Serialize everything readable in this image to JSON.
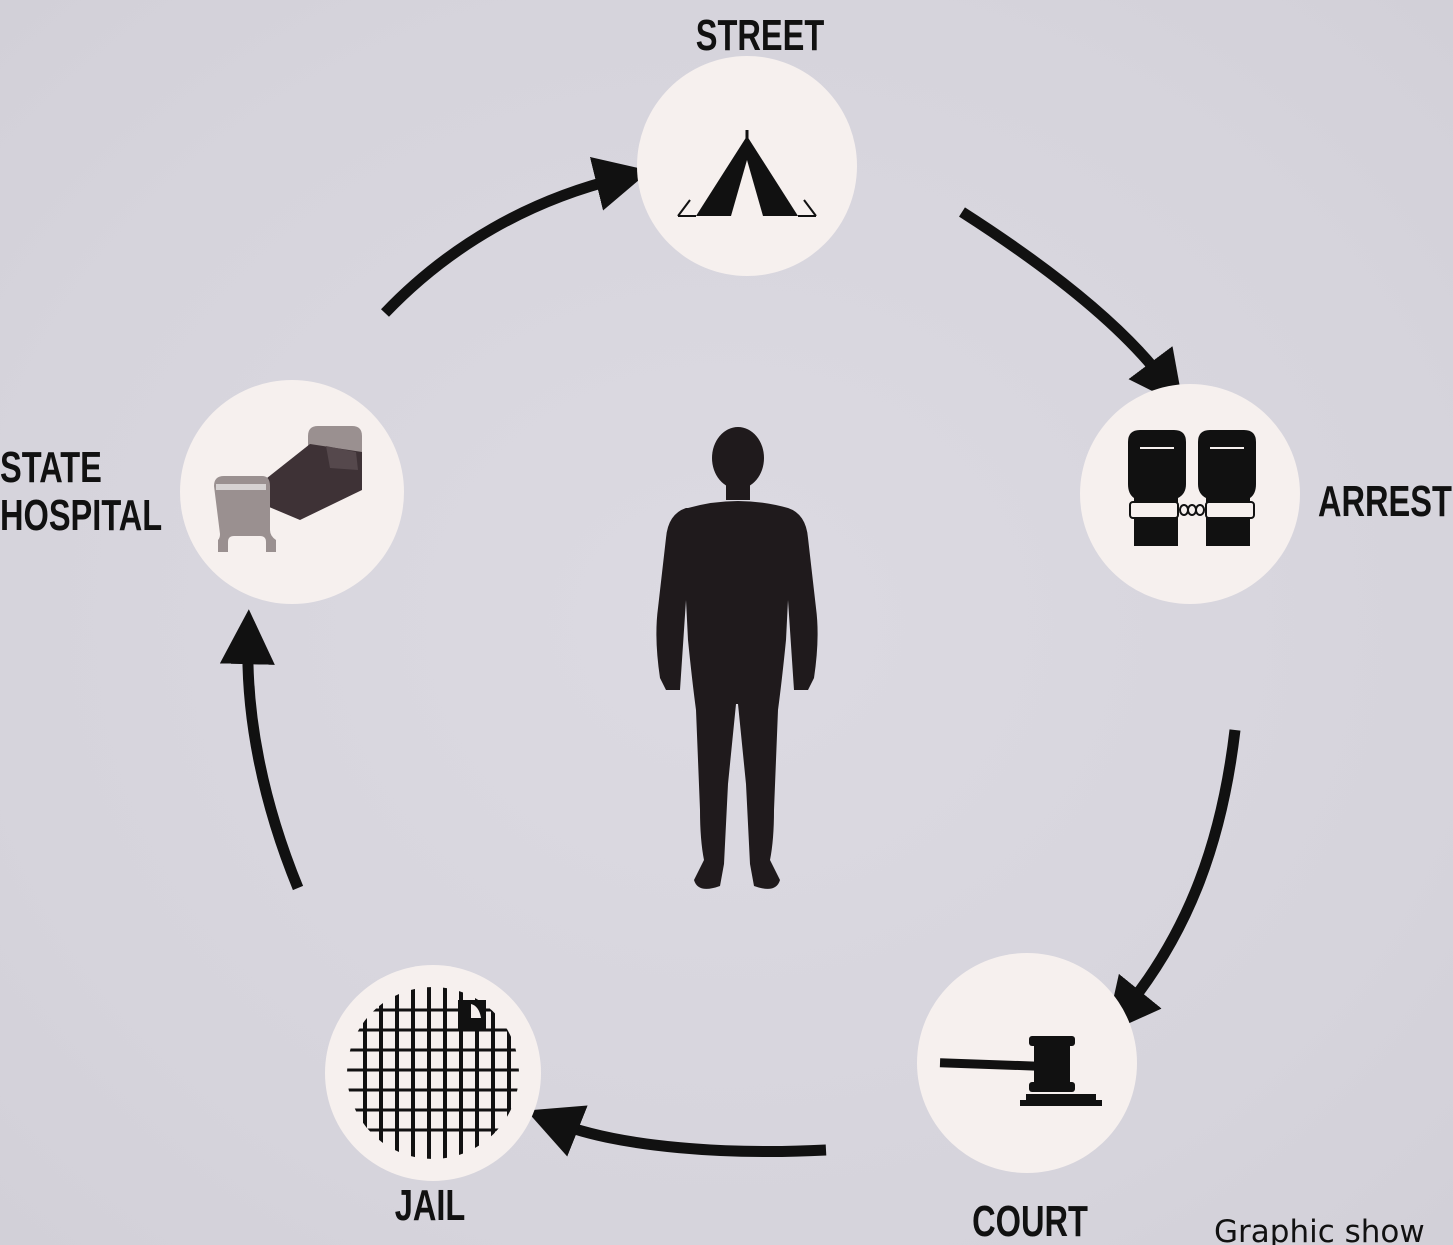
{
  "nodes": {
    "street": {
      "label": "STREET",
      "icon": "tent-icon"
    },
    "arrest": {
      "label": "ARREST",
      "icon": "handcuffed-fists-icon"
    },
    "court": {
      "label": "COURT",
      "icon": "gavel-icon"
    },
    "jail": {
      "label": "JAIL",
      "icon": "jail-bars-icon"
    },
    "state_hospital": {
      "label": "STATE\nHOSPITAL",
      "icon": "hospital-bed-icon"
    }
  },
  "center_figure": {
    "icon": "person-silhouette-icon"
  },
  "caption": "Graphic show",
  "colors": {
    "background": "#d8d6de",
    "node_fill": "#f6f0ee",
    "ink": "#111111",
    "bed_frame": "#9a9090",
    "bed_mattress": "#3e3236"
  }
}
